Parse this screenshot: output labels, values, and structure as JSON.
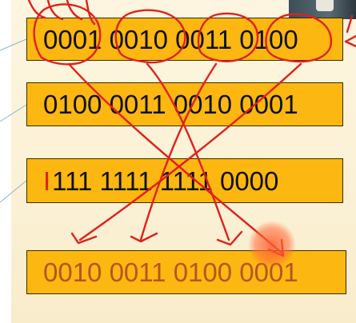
{
  "rows": {
    "row1": "0001 0010 0011 0100",
    "row2": "0100 0011 0010 0001",
    "row3_prefix": "I",
    "row3": "111 1111 1111 0000",
    "row4": "0010 0011 0100 0001"
  },
  "colors": {
    "box_fill": "#fcb711",
    "box_border": "#3b2a00",
    "annotation_red": "#e0201b",
    "result_text": "#b5561d",
    "slide_background": "#fbf1d6"
  }
}
